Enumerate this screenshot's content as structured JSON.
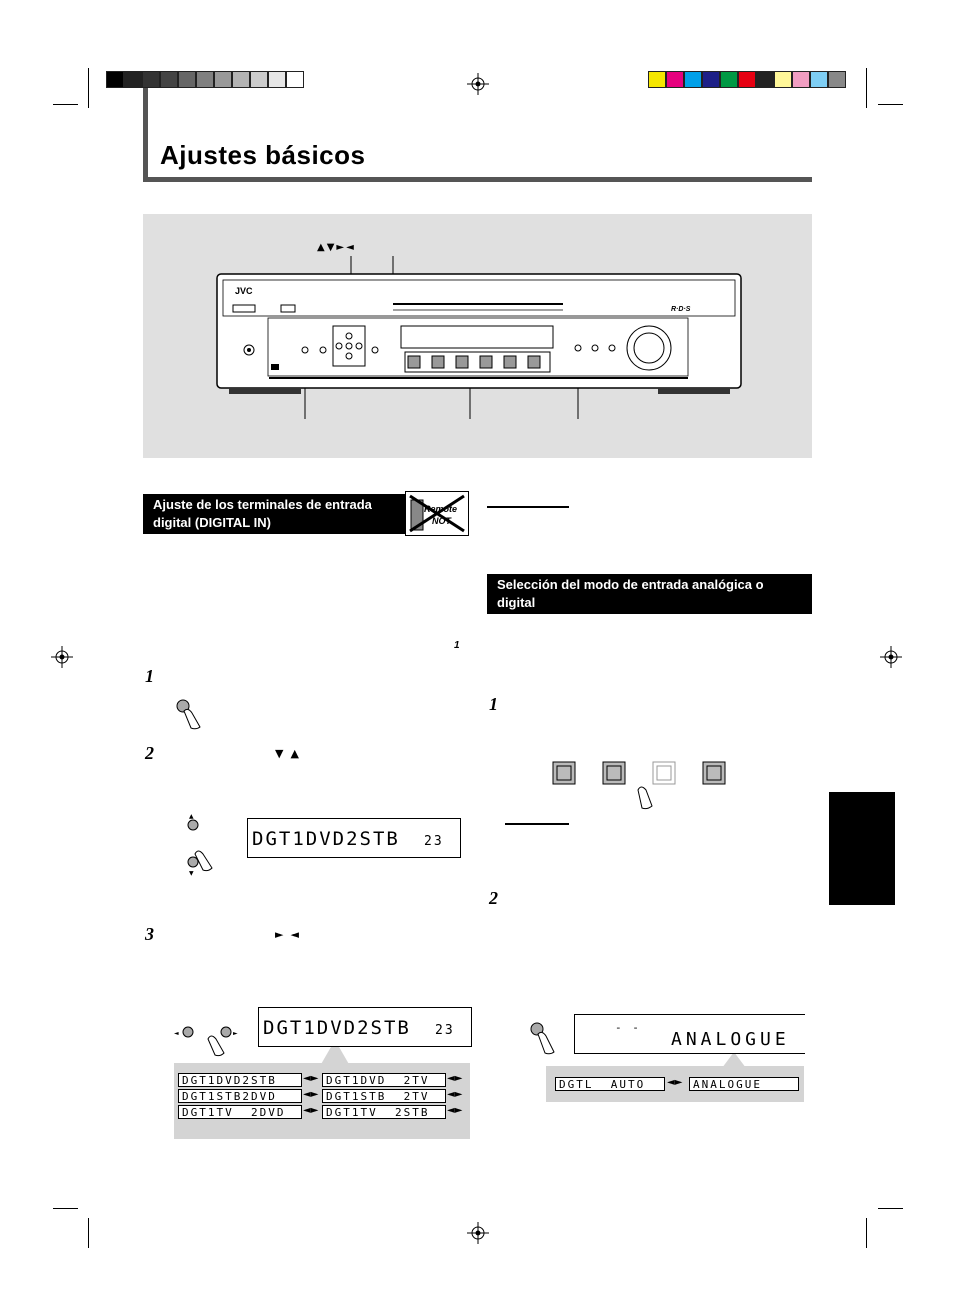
{
  "page": {
    "title": "Ajustes básicos",
    "section_digital": {
      "heading": "Ajuste de los terminales de entrada digital (DIGITAL IN)",
      "badge_line1": "Remote",
      "badge_line2": "NOT",
      "footnote_marker": "1",
      "steps": [
        "1",
        "2",
        "3"
      ],
      "step2_keys": "▼  ▲",
      "step3_keys": "►  ◄",
      "display_text": "DGT1DVD2STB",
      "display_num": "23",
      "options": [
        [
          "DGT1DVD2STB",
          "DGT1DVD  2TV"
        ],
        [
          "DGT1STB2DVD",
          "DGT1STB  2TV"
        ],
        [
          "DGT1TV  2DVD",
          "DGT1TV  2STB"
        ]
      ]
    },
    "section_analog": {
      "heading": "Selección del modo de entrada analógica o digital",
      "steps": [
        "1",
        "2"
      ],
      "display_text": "ANALOGUE",
      "options": [
        "DGTL  AUTO",
        "ANALOGUE"
      ]
    },
    "figure": {
      "arrow_keys_label": "▲▼►◄",
      "brand": "JVC",
      "rds": "R·D·S"
    }
  },
  "colors": {
    "gray_bar": "#555555",
    "figure_bg": "#e0e0e0",
    "color_swatches": [
      "#f5e600",
      "#e6007e",
      "#00a0e9",
      "#1d2088",
      "#009944",
      "#e60012",
      "#222222",
      "#fff799",
      "#f19ec2",
      "#7ecef4",
      "#888888"
    ],
    "gray_swatches": [
      "#000000",
      "#222222",
      "#333333",
      "#444444",
      "#666666",
      "#808080",
      "#999999",
      "#b3b3b3",
      "#cccccc",
      "#e6e6e6",
      "#ffffff"
    ]
  }
}
